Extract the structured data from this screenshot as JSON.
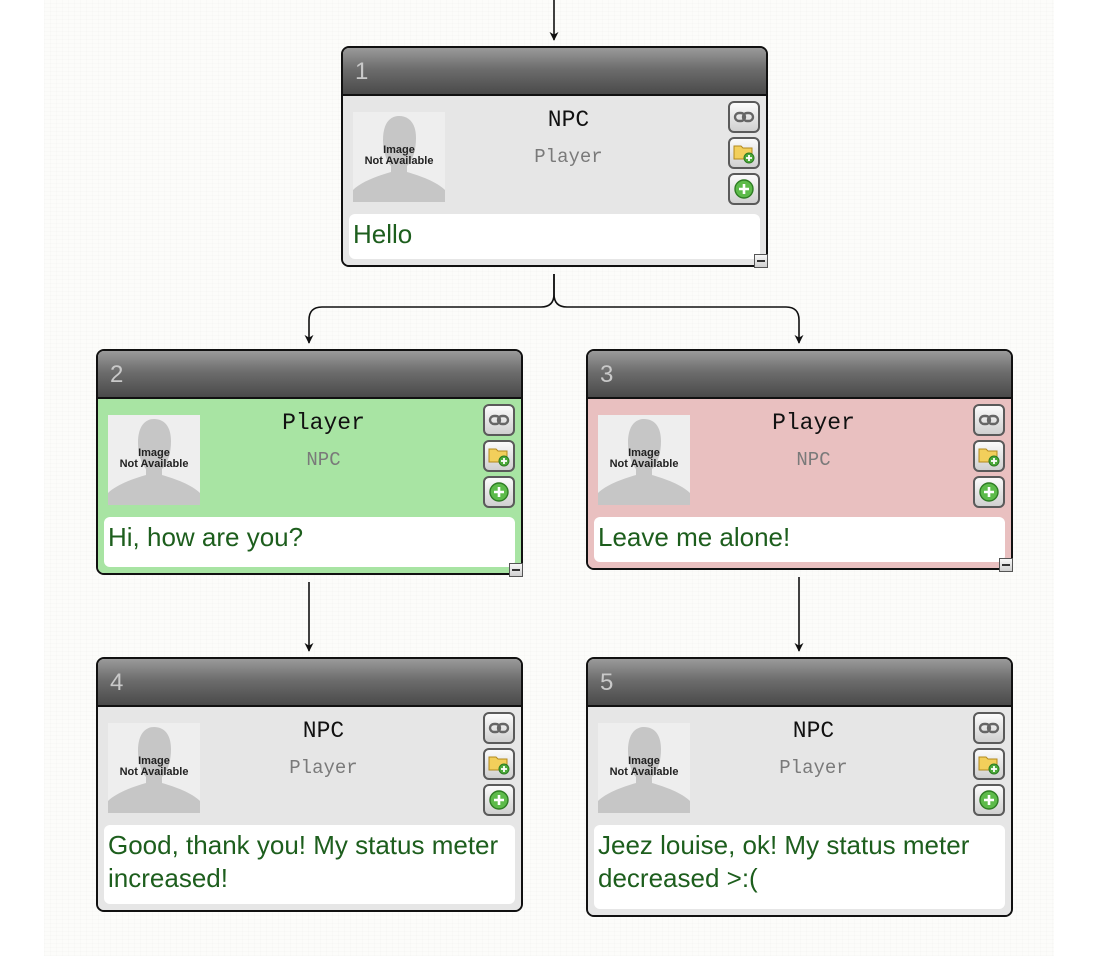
{
  "portrait_text": {
    "line1": "Image",
    "line2": "Not Available"
  },
  "nodes": [
    {
      "id": "1",
      "speaker": "NPC",
      "listener": "Player",
      "text": "Hello",
      "theme": "grey"
    },
    {
      "id": "2",
      "speaker": "Player",
      "listener": "NPC",
      "text": "Hi, how are you?",
      "theme": "green"
    },
    {
      "id": "3",
      "speaker": "Player",
      "listener": "NPC",
      "text": "Leave me alone!",
      "theme": "red"
    },
    {
      "id": "4",
      "speaker": "NPC",
      "listener": "Player",
      "text": "Good, thank you! My status meter increased!",
      "theme": "grey"
    },
    {
      "id": "5",
      "speaker": "NPC",
      "listener": "Player",
      "text": "Jeez louise, ok! My status meter decreased >:(",
      "theme": "grey"
    }
  ],
  "links": [
    {
      "from": "1",
      "to": "2"
    },
    {
      "from": "1",
      "to": "3"
    },
    {
      "from": "2",
      "to": "4"
    },
    {
      "from": "3",
      "to": "5"
    }
  ],
  "icons": [
    "link-icon",
    "folder-add-icon",
    "add-icon",
    "collapse-icon",
    "silhouette-icon"
  ],
  "colors": {
    "green_node": "#a8e4a3",
    "red_node": "#e9c0c0",
    "grey_node": "#e6e6e6",
    "dialogue_text": "#1d5e1d"
  }
}
